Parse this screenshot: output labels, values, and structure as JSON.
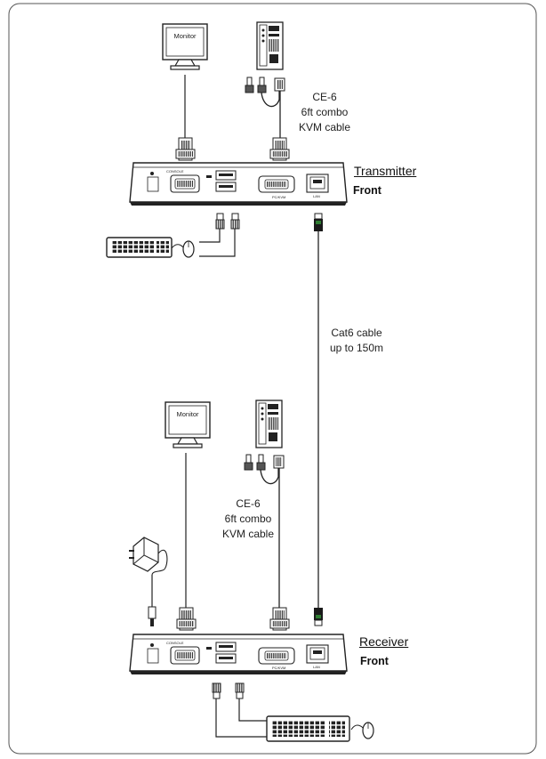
{
  "transmitter": {
    "title": "Transmitter",
    "view": "Front",
    "monitor_label": "Monitor",
    "cable_caption": [
      "CE-6",
      "6ft combo",
      "KVM cable"
    ],
    "panel_labels": {
      "console": "CONSOLE",
      "pc_kvm": "PC/KVM",
      "lan": "LAN"
    }
  },
  "link": {
    "caption": [
      "Cat6 cable",
      "up to 150m"
    ]
  },
  "receiver": {
    "title": "Receiver",
    "view": "Front",
    "monitor_label": "Monitor",
    "cable_caption": [
      "CE-6",
      "6ft combo",
      "KVM cable"
    ],
    "panel_labels": {
      "console": "CONSOLE",
      "pc_kvm": "PC/KVM",
      "lan": "LAN"
    }
  },
  "icons": [
    "monitor-icon",
    "pc-tower-icon",
    "keyboard-icon",
    "mouse-icon",
    "power-adapter-icon",
    "vga-connector-icon",
    "usb-connector-icon",
    "rj45-connector-icon"
  ]
}
